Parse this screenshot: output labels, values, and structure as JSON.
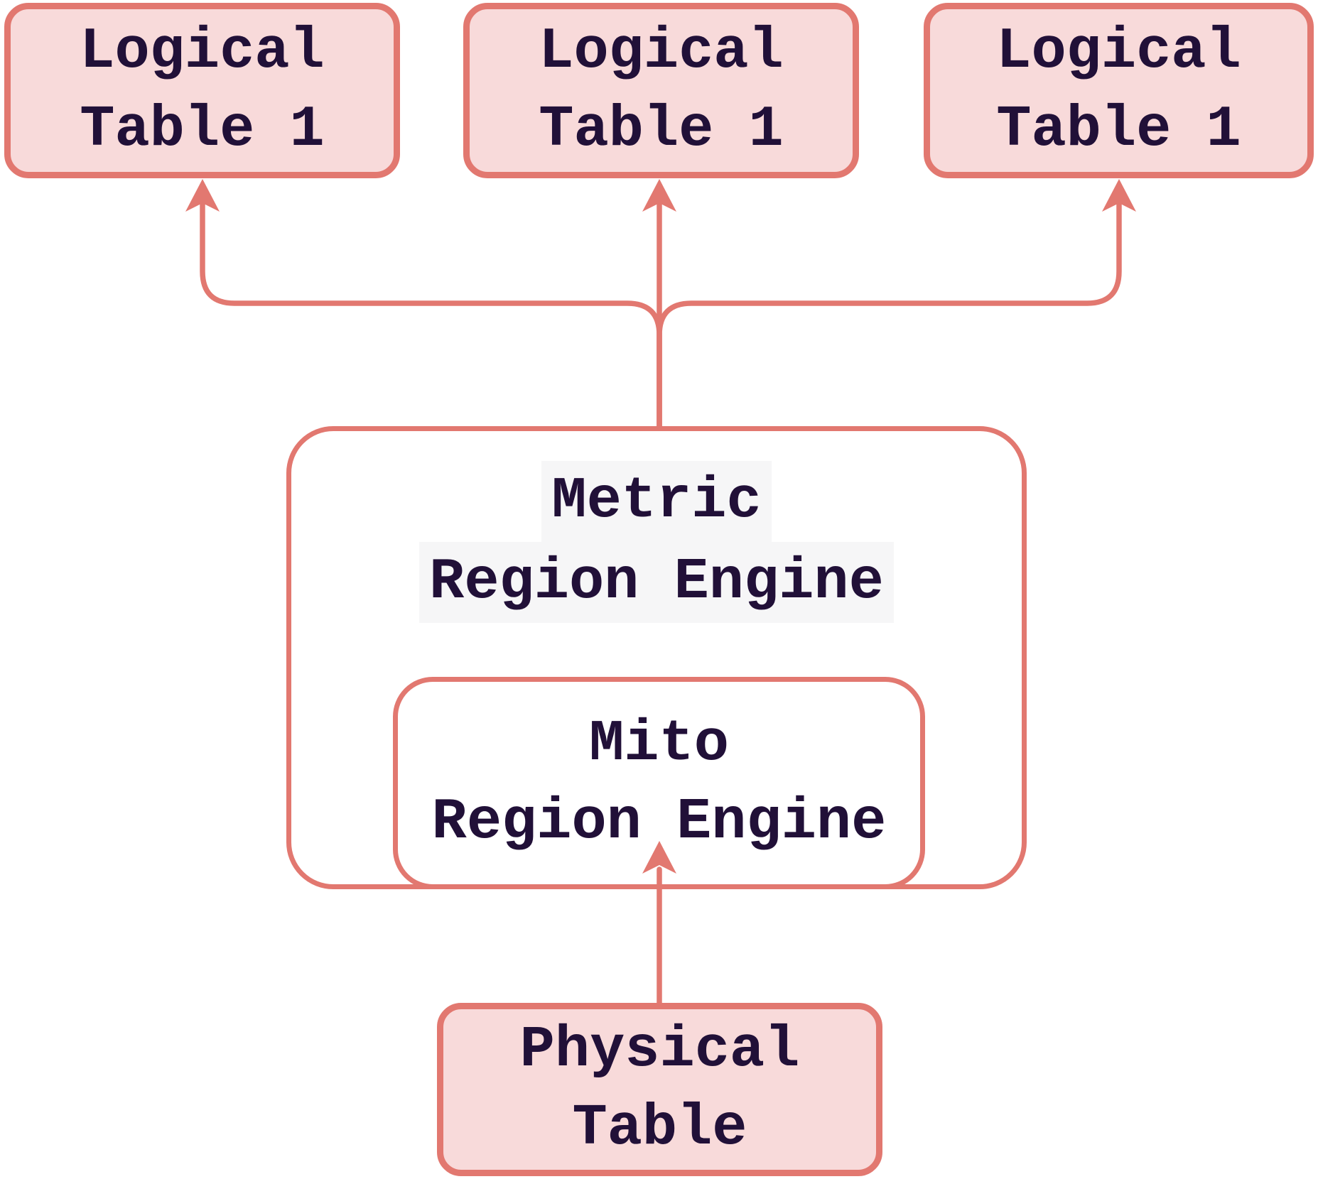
{
  "nodes": {
    "top_boxes": [
      {
        "line1": "Logical",
        "line2": "Table 1"
      },
      {
        "line1": "Logical",
        "line2": "Table 1"
      },
      {
        "line1": "Logical",
        "line2": "Table 1"
      }
    ],
    "metric_engine": {
      "line1": "Metric",
      "line2": "Region Engine"
    },
    "mito_engine": {
      "line1": "Mito",
      "line2": "Region Engine"
    },
    "physical_table": {
      "line1": "Physical",
      "line2": "Table"
    }
  },
  "edges": [
    {
      "from": "metric_engine",
      "to": "logical_table_left"
    },
    {
      "from": "metric_engine",
      "to": "logical_table_middle"
    },
    {
      "from": "metric_engine",
      "to": "logical_table_right"
    },
    {
      "from": "physical_table",
      "to": "mito_engine"
    }
  ],
  "colors": {
    "stroke": "#e27870",
    "node_fill_pink": "#f8dada",
    "node_fill_white": "#ffffff",
    "text": "#211038",
    "label_bg": "#f6f6f7",
    "background": "#ffffff"
  }
}
